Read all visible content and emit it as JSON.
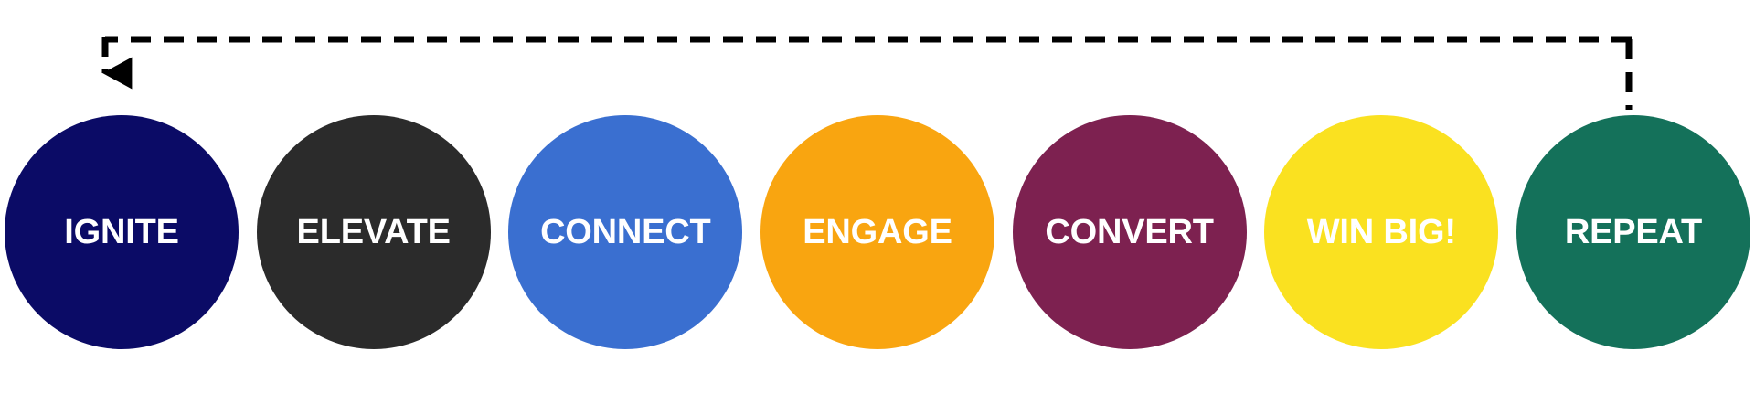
{
  "diagram": {
    "type": "cyclical-process-flow",
    "background_color": "#ffffff",
    "label_color": "#ffffff",
    "loop_arrow": {
      "name": "repeat-loop-arrow",
      "style": "dashed",
      "color": "#000000",
      "stroke_width": 7,
      "dash_pattern": "22 14",
      "direction": "from-last-stage-back-to-first-stage",
      "arrowhead_target": "IGNITE",
      "source_stage": "REPEAT"
    },
    "stages": [
      {
        "id": "ignite",
        "label": "IGNITE",
        "color": "#0b0b66",
        "order": 1
      },
      {
        "id": "elevate",
        "label": "ELEVATE",
        "color": "#2b2b2b",
        "order": 2
      },
      {
        "id": "connect",
        "label": "CONNECT",
        "color": "#3a6fd0",
        "order": 3
      },
      {
        "id": "engage",
        "label": "ENGAGE",
        "color": "#f9a510",
        "order": 4
      },
      {
        "id": "convert",
        "label": "CONVERT",
        "color": "#7d2150",
        "order": 5
      },
      {
        "id": "winbig",
        "label": "WIN BIG!",
        "color": "#fae120",
        "order": 6
      },
      {
        "id": "repeat",
        "label": "REPEAT",
        "color": "#14715a",
        "order": 7
      }
    ]
  }
}
